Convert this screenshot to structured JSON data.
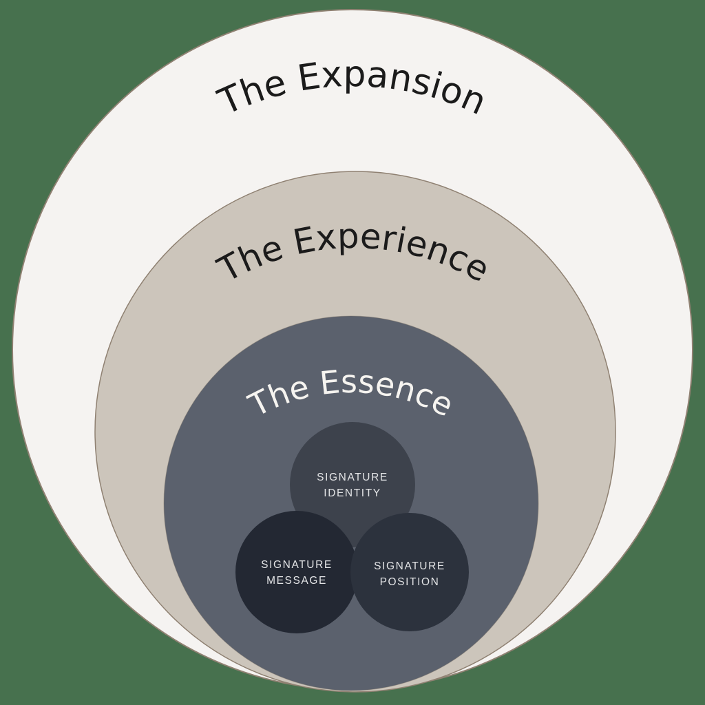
{
  "background_color": "#47714E",
  "diagram": {
    "type": "nested-circles",
    "rings": [
      {
        "label": "The Expansion",
        "fill": "#F5F3F1",
        "text_color": "#1B1B1B"
      },
      {
        "label": "The Experience",
        "fill": "#CCC5BB",
        "text_color": "#1B1B1B"
      },
      {
        "label": "The Essence",
        "fill": "#5B616D",
        "text_color": "#F6F4F0"
      }
    ],
    "label_color": "#E3E4E6",
    "core_circles": [
      {
        "line1": "SIGNATURE",
        "line2": "IDENTITY",
        "fill": "#3D424C"
      },
      {
        "line1": "SIGNATURE",
        "line2": "MESSAGE",
        "fill": "#232833"
      },
      {
        "line1": "SIGNATURE",
        "line2": "POSITION",
        "fill": "#2C323D"
      }
    ]
  }
}
